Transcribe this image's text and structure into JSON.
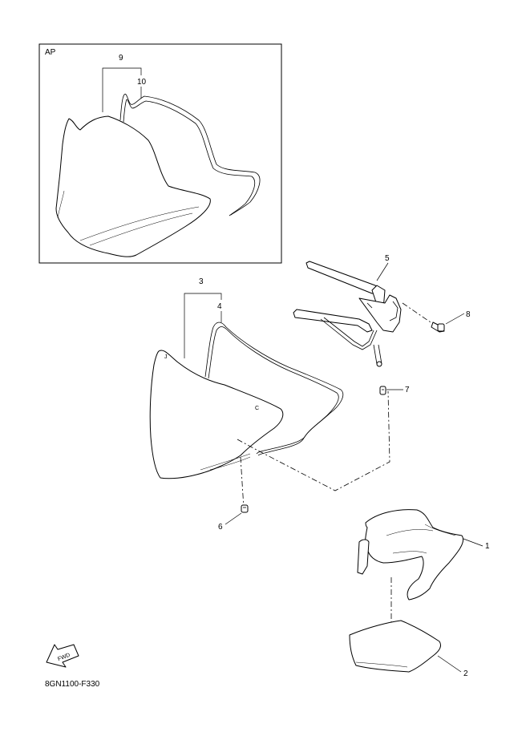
{
  "inset": {
    "label": "AP"
  },
  "callouts": {
    "c1": "1",
    "c2": "2",
    "c3": "3",
    "c4": "4",
    "c5": "5",
    "c6": "6",
    "c7": "7",
    "c8": "8",
    "c9": "9",
    "c10": "10"
  },
  "surface_marks": {
    "j": "J",
    "c": "C"
  },
  "direction_arrow": {
    "label": "FWD"
  },
  "diagram_code": "8GN1100-F330"
}
